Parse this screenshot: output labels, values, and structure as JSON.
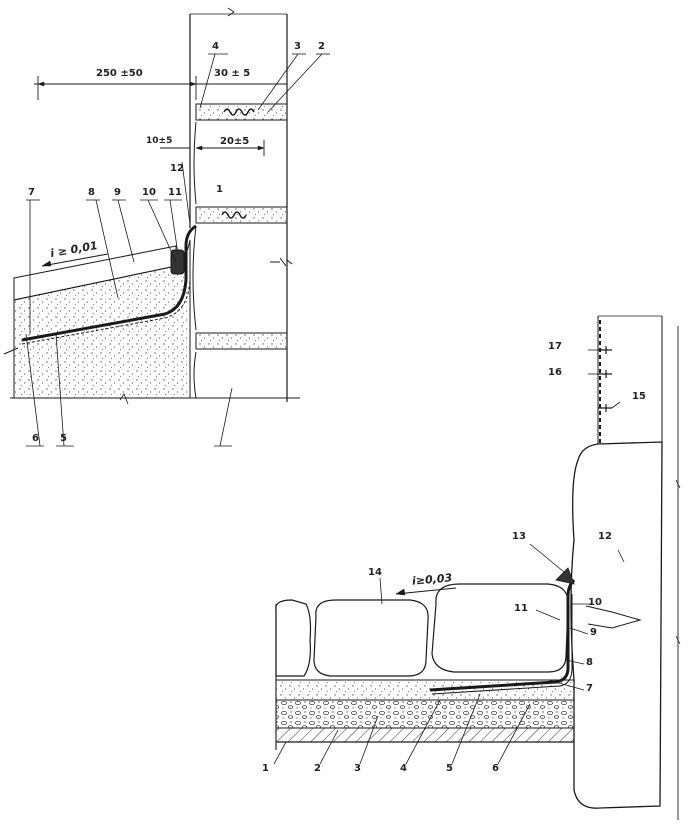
{
  "detail_top": {
    "dimensions": {
      "width_offset": "250 ±50",
      "joint_depth": "30 ± 5",
      "gap": "10±5",
      "seal_width": "20±5"
    },
    "slope": "i ≥ 0,01",
    "callouts": [
      "1",
      "2",
      "3",
      "4",
      "5",
      "6",
      "7",
      "8",
      "9",
      "10",
      "11",
      "12"
    ]
  },
  "detail_bottom": {
    "slope": "i≥0,03",
    "callouts": [
      "1",
      "2",
      "3",
      "4",
      "5",
      "6",
      "7",
      "8",
      "9",
      "10",
      "11",
      "12",
      "13",
      "14",
      "15",
      "16",
      "17"
    ]
  }
}
